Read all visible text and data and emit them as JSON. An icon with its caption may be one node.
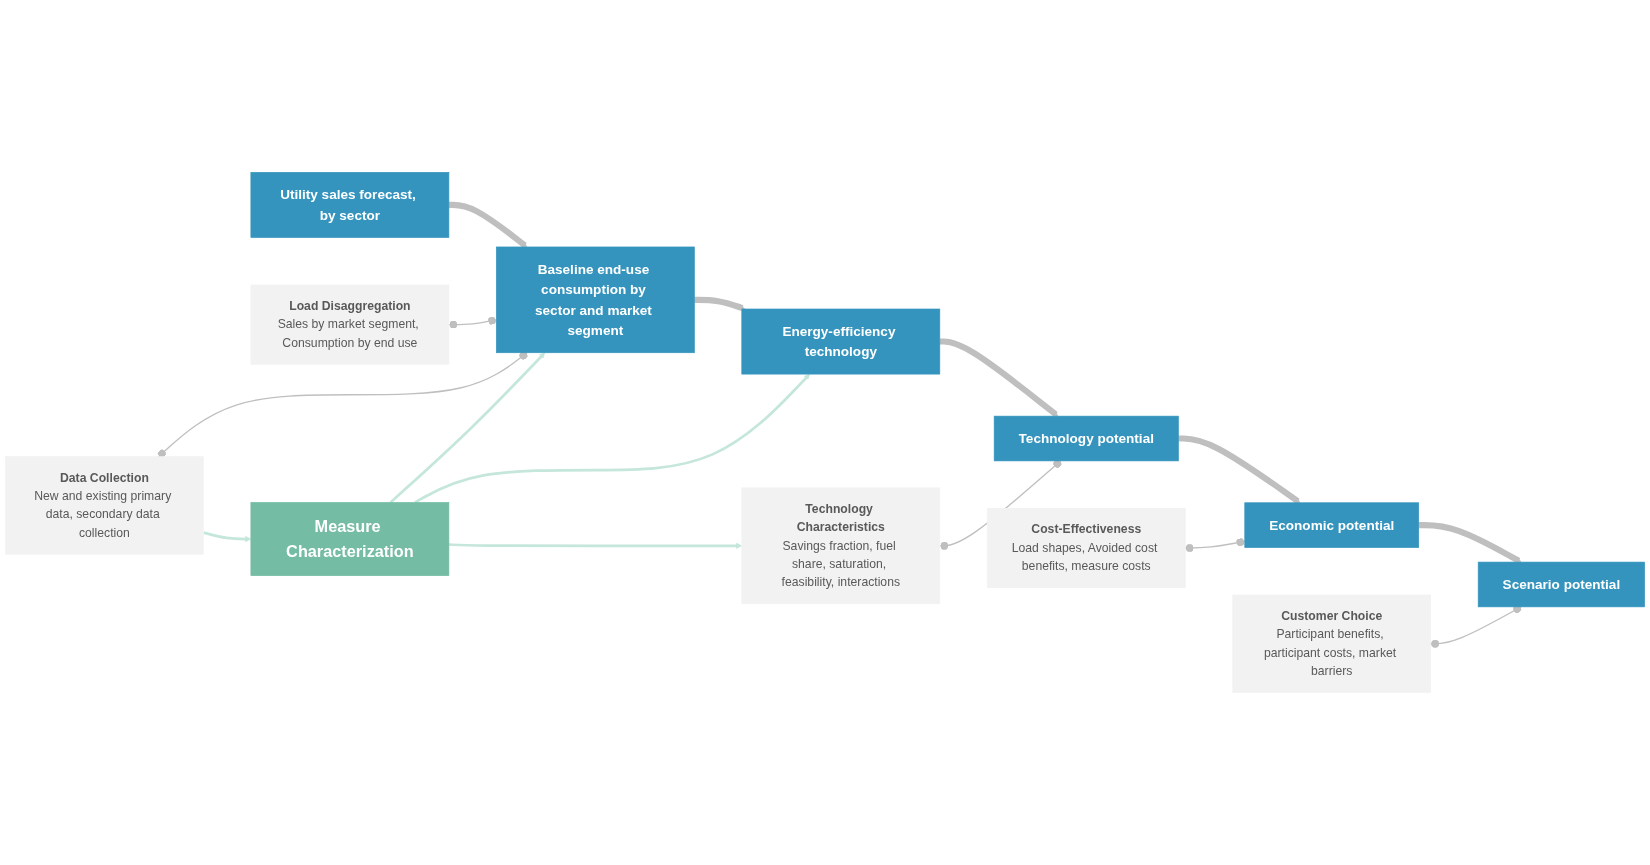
{
  "diagram": {
    "nodes": [
      {
        "text": [
          "Load Disaggregation",
          "Sales by market segment, Consumption by end use"
        ]
      },
      {
        "text": [
          "Cost-Effectiveness",
          "Load shapes, Avoided cost benefits, measure costs"
        ]
      },
      {
        "text": [
          "Utility sales forecast, by sector"
        ]
      },
      {
        "text": [
          "Baseline end-use consumption by sector and market segment"
        ]
      },
      {
        "text": [
          "Energy-efficiency technology"
        ]
      },
      {
        "text": [
          "Technology potential"
        ]
      },
      {
        "text": [
          "Economic potential"
        ]
      },
      {
        "text": [
          "Scenario potential"
        ]
      },
      {
        "text": [
          "Data Collection",
          "New and existing primary data, secondary data collection"
        ]
      },
      {
        "text": [
          "Technology Characteristics",
          "Savings fraction, fuel share, saturation, feasibility, interactions"
        ]
      },
      {
        "text": [
          "Customer Choice",
          "Participant benefits, participant costs, market barriers"
        ]
      },
      {
        "text": [
          "Measure Characterization"
        ]
      }
    ],
    "edges": [
      {
        "from": 2,
        "to": 3,
        "arrow": "to",
        "style": "thick"
      },
      {
        "from": 3,
        "to": 4,
        "arrow": "to",
        "style": "thick"
      },
      {
        "from": 4,
        "to": 5,
        "arrow": "to",
        "style": "thick"
      },
      {
        "from": 5,
        "to": 6,
        "arrow": "to",
        "style": "thick"
      },
      {
        "from": 6,
        "to": 7,
        "arrow": "to",
        "style": "thick"
      },
      {
        "from": 0,
        "to": 3,
        "arrow": "other"
      },
      {
        "from": 8,
        "to": 3,
        "arrow": "other"
      },
      {
        "from": 9,
        "to": 5,
        "arrow": "other"
      },
      {
        "from": 1,
        "to": 6,
        "arrow": "other"
      },
      {
        "from": 10,
        "to": 7,
        "arrow": "other"
      },
      {
        "from": 8,
        "to": 11,
        "arrow": "to",
        "color": "#c5e6da"
      },
      {
        "from": 11,
        "to": 3,
        "arrow": "to",
        "color": "#c5e6da"
      },
      {
        "from": 11,
        "to": 4,
        "arrow": "to",
        "color": "#c5e6da"
      },
      {
        "from": 11,
        "to": 9,
        "arrow": "to",
        "color": "#c5e6da"
      }
    ]
  }
}
